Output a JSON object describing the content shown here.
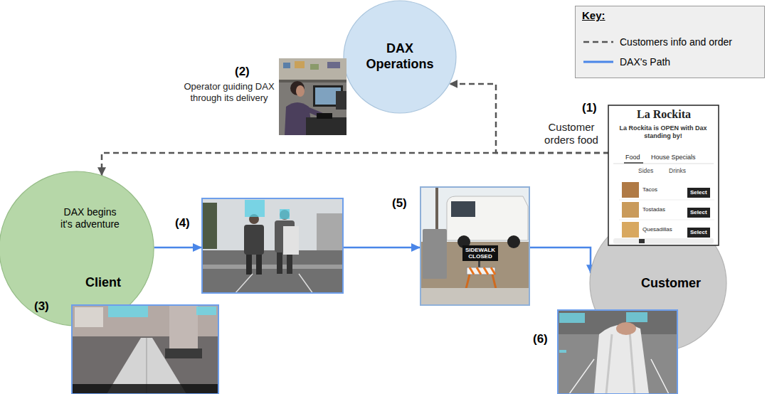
{
  "diagram": {
    "nodes": [
      {
        "text": [
          "DAX Operations"
        ]
      },
      {
        "text": [
          "DAX begins it's adventure",
          "Client"
        ]
      },
      {
        "text": [
          "Customer"
        ]
      }
    ],
    "edges": [
      {
        "from": 2,
        "to": 0,
        "arrow": "to"
      },
      {
        "from": 2,
        "to": 1,
        "arrow": "to"
      },
      {
        "from": 1,
        "to": 2,
        "arrow": "to"
      }
    ],
    "labels": [
      "Key:",
      "(1)",
      "Customer orders food",
      "(2)",
      "Operator guiding DAX through its delivery",
      "(3)",
      "(4)",
      "(5)",
      "(6)",
      "La Rockita",
      "La Rockita is OPEN with Dax standing by!",
      "Food",
      "House Specials",
      "Sides",
      "Drinks",
      "Tacos",
      "Select",
      "Tostadas",
      "Select",
      "Quesadillas",
      "Select",
      "SIDEWALK CLOSED"
    ],
    "legend": [
      {
        "text": "Customers info and order"
      },
      {
        "text": "DAX's Path"
      }
    ]
  }
}
